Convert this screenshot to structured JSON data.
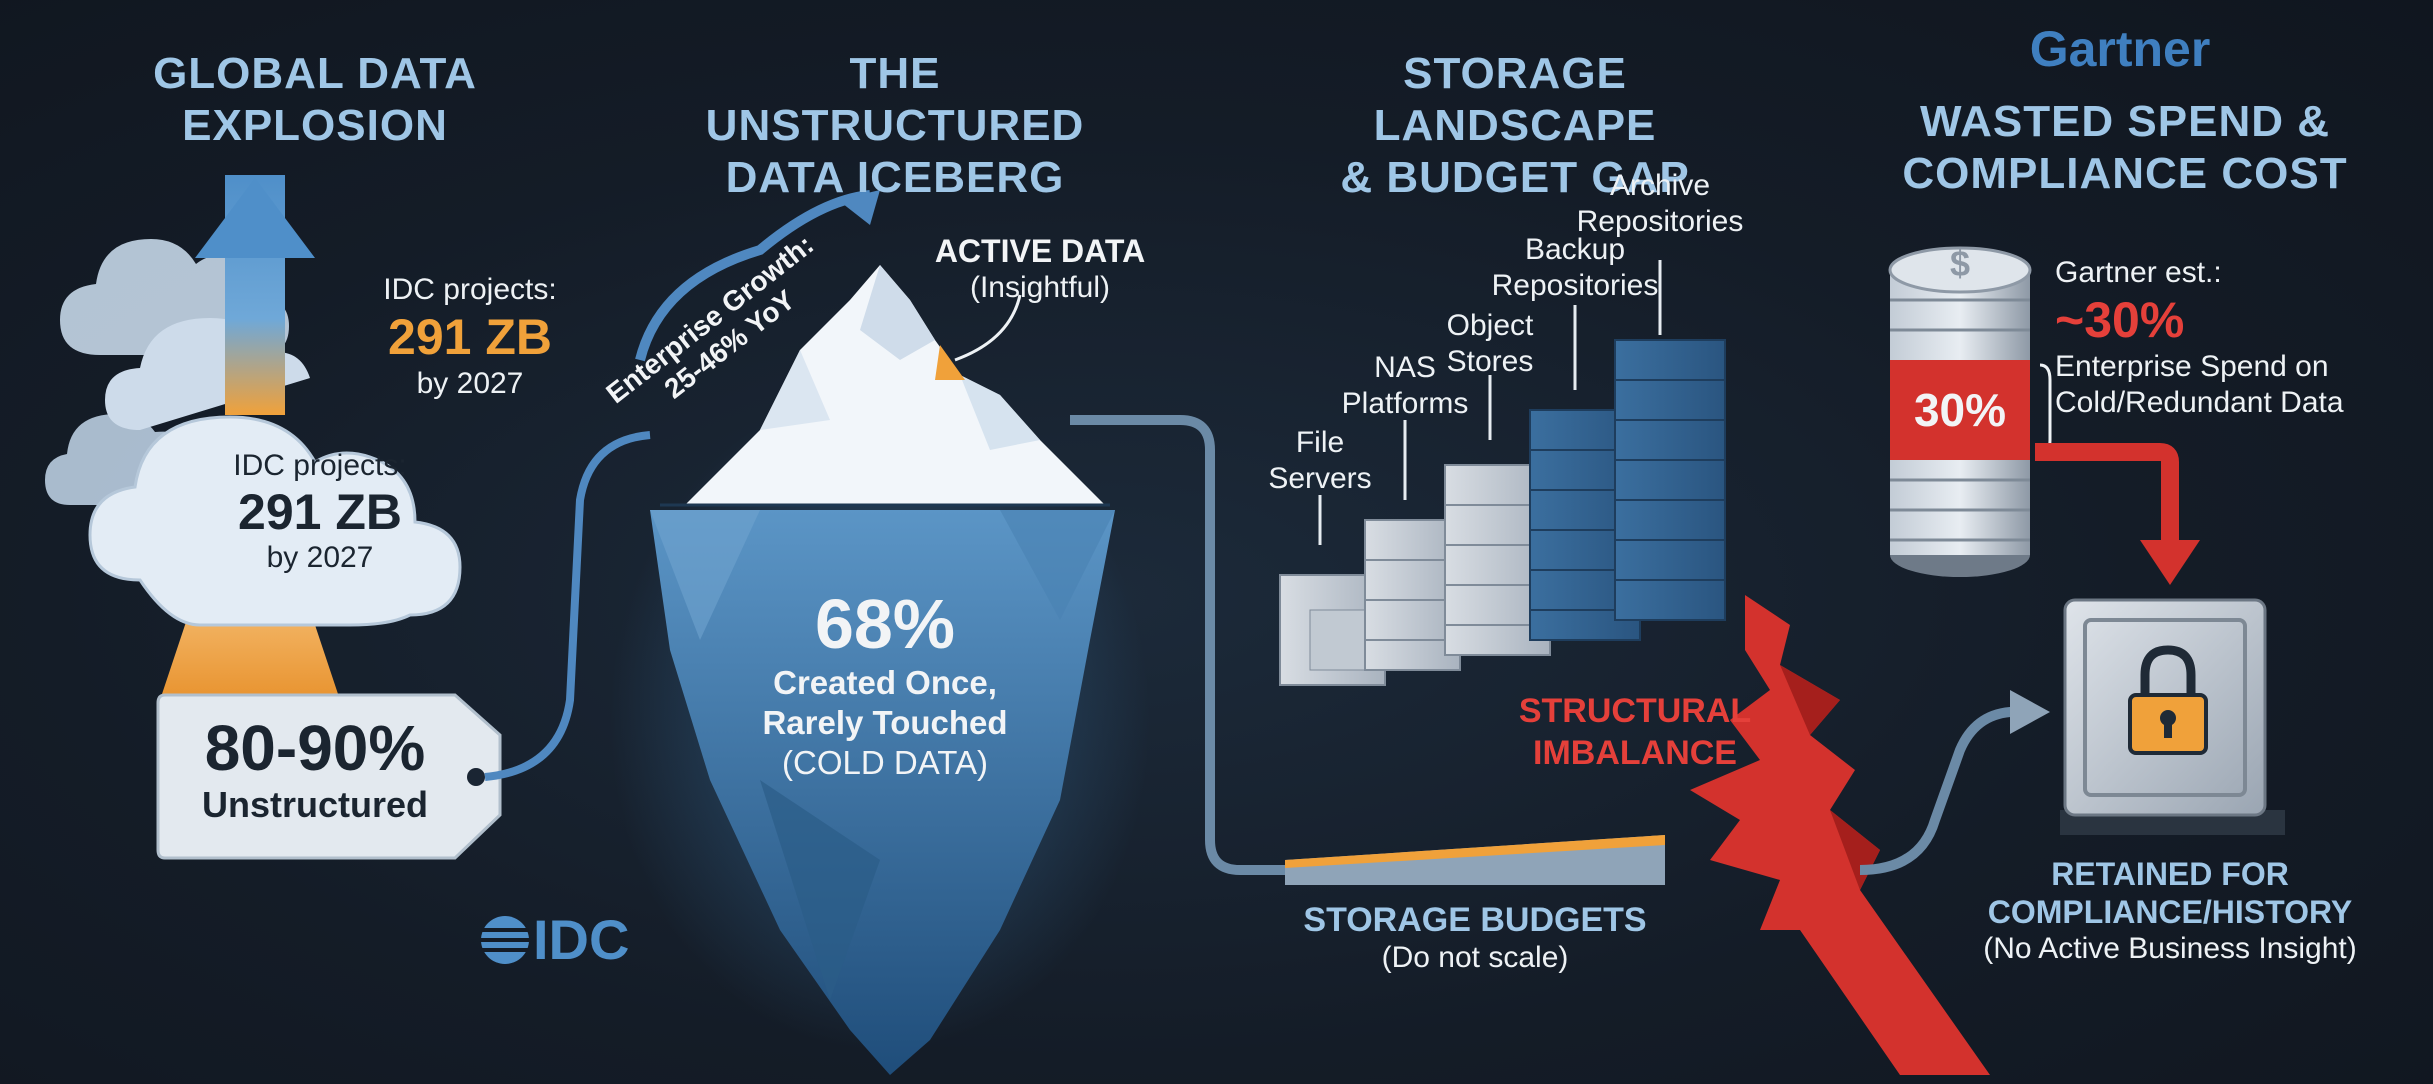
{
  "panel1": {
    "title_line1": "GLOBAL DATA",
    "title_line2": "EXPLOSION",
    "idc_prefix": "IDC projects:",
    "idc_value": "291 ZB",
    "idc_suffix": "by 2027",
    "cloud_prefix": "IDC projects:",
    "cloud_value": "291 ZB",
    "cloud_suffix": "by 2027",
    "tag_value": "80-90%",
    "tag_label": "Unstructured",
    "logo_text": "IDC"
  },
  "panel2": {
    "title_line1": "THE UNSTRUCTURED",
    "title_line2": "DATA ICEBERG",
    "growth_line1": "Enterprise Growth:",
    "growth_line2": "25-46% YoY",
    "active_title": "ACTIVE DATA",
    "active_sub": "(Insightful)",
    "cold_value": "68%",
    "cold_line1": "Created Once,",
    "cold_line2": "Rarely Touched",
    "cold_line3": "(COLD DATA)"
  },
  "panel3": {
    "title_line1": "STORAGE LANDSCAPE",
    "title_line2": "& BUDGET GAP",
    "labels": [
      {
        "line1": "File",
        "line2": "Servers"
      },
      {
        "line1": "NAS",
        "line2": "Platforms"
      },
      {
        "line1": "Object",
        "line2": "Stores"
      },
      {
        "line1": "Backup",
        "line2": "Repositories"
      },
      {
        "line1": "Archive",
        "line2": "Repositories"
      }
    ],
    "imbalance_line1": "STRUCTURAL",
    "imbalance_line2": "IMBALANCE",
    "budget_title": "STORAGE BUDGETS",
    "budget_sub": "(Do not scale)"
  },
  "panel4": {
    "brand": "Gartner",
    "title_line1": "WASTED SPEND &",
    "title_line2": "COMPLIANCE COST",
    "est_prefix": "Gartner est.:",
    "est_value": "~30%",
    "est_line1": "Enterprise Spend on",
    "est_line2": "Cold/Redundant Data",
    "coin_band": "30%",
    "coin_symbol": "$",
    "retained_line1": "RETAINED FOR",
    "retained_line2": "COMPLIANCE/HISTORY",
    "retained_sub": "(No Active Business Insight)"
  },
  "colors": {
    "accent_blue": "#9fc6e6",
    "orange": "#f0a13a",
    "red": "#e5403a",
    "background": "#141c27"
  }
}
